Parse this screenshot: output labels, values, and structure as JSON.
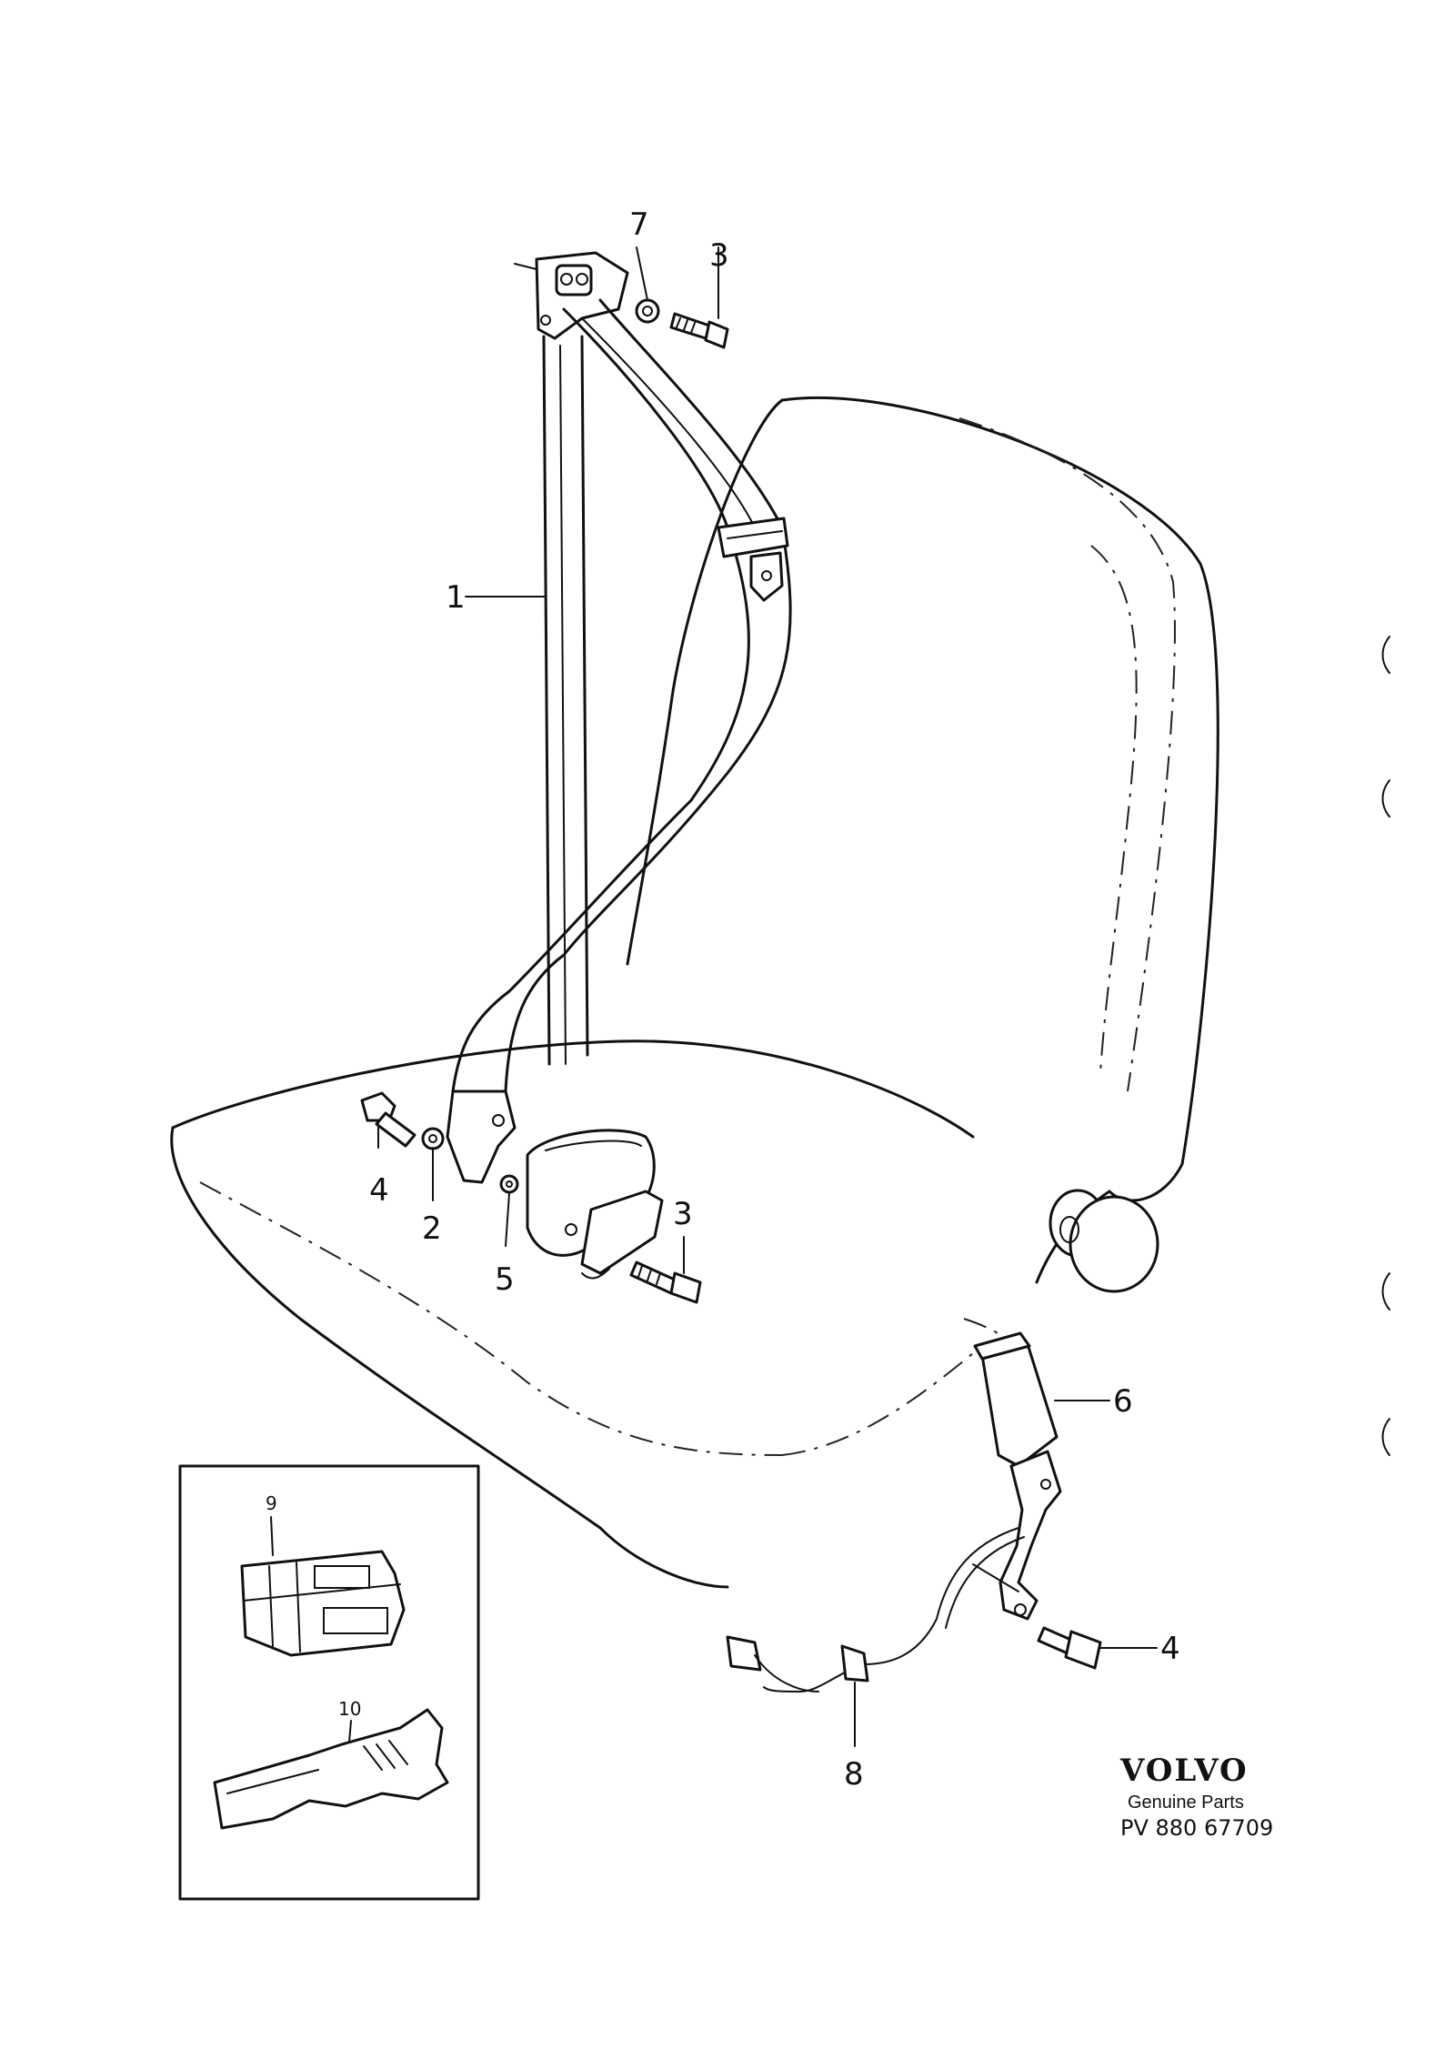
{
  "callouts": {
    "c1": "1",
    "c2": "2",
    "c3_top": "3",
    "c3_bottom": "3",
    "c4_left": "4",
    "c4_right": "4",
    "c5": "5",
    "c6": "6",
    "c7": "7",
    "c8": "8",
    "c9": "9",
    "c10": "10"
  },
  "brand": {
    "logo": "VOLVO",
    "subtitle": "Genuine Parts",
    "code": "PV 880 67709"
  }
}
